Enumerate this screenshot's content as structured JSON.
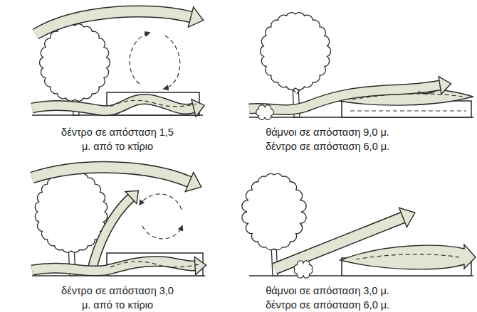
{
  "diagram": {
    "labels": [
      "δέντρο σε απόσταση 1,5 μ. από το κτίριο",
      "θάμνοι σε απόσταση 9,0 μ.",
      "δέντρο σε απόσταση 6,0 μ.",
      "δέντρο σε απόσταση 3,0 μ. από το κτίριο",
      "θάμνοι σε απόσταση 3,0 μ.",
      "δέντρο σε απόσταση 6,0 μ."
    ]
  }
}
